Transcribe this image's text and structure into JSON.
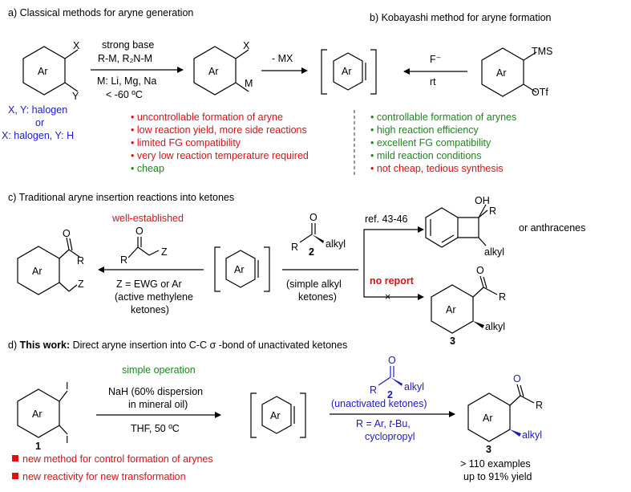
{
  "section_a": {
    "title": "a) Classical methods for aryne generation",
    "substrate": {
      "ar": "Ar",
      "x": "X",
      "y": "Y"
    },
    "substrate_note": [
      "X, Y: halogen",
      "or",
      "X: halogen, Y: H"
    ],
    "conditions_above": [
      "strong base",
      "R-M, R₂N-M"
    ],
    "conditions_below": [
      "M: Li, Mg, Na",
      "< -60 ºC"
    ],
    "intermediate": {
      "ar": "Ar",
      "x": "X",
      "m": "M"
    },
    "elimination_label": "- MX",
    "aryne": {
      "ar": "Ar"
    },
    "drawbacks": [
      "uncontrollable formation of aryne",
      "low reaction yield, more side reactions",
      "limited FG compatibility",
      "very low reaction temperature required",
      "cheap"
    ]
  },
  "section_b": {
    "title": "b) Kobayashi method for aryne formation",
    "reagent_top": "F⁻",
    "reagent_bottom": "rt",
    "precursor": {
      "ar": "Ar",
      "tms": "TMS",
      "otf": "OTf"
    },
    "advantages": [
      "controllable formation of arynes",
      "high reaction efficiency",
      "excellent FG compatibility",
      "mild reaction conditions",
      "not cheap, tedious synthesis"
    ]
  },
  "section_c": {
    "title": "c) Traditional aryne insertion reactions into ketones",
    "well_established": "well-established",
    "active_ketone": {
      "r": "R",
      "o": "O",
      "z": "Z"
    },
    "z_note": [
      "Z = EWG or Ar",
      "(active methylene",
      "ketones)"
    ],
    "product_left": {
      "ar": "Ar",
      "o": "O",
      "r": "R",
      "z": "Z"
    },
    "aryne": {
      "ar": "Ar"
    },
    "ketone2": {
      "r": "R",
      "o": "O",
      "num": "2",
      "alkyl": "alkyl"
    },
    "simple_note": [
      "(simple alkyl",
      "ketones)"
    ],
    "ref_label": "ref. 43-46",
    "benzocyclobutenol": {
      "oh": "OH",
      "r": "R",
      "alkyl": "alkyl"
    },
    "or_anthracenes": "or anthracenes",
    "no_report": "no report",
    "product3": {
      "ar": "Ar",
      "o": "O",
      "r": "R",
      "alkyl": "alkyl",
      "num": "3"
    }
  },
  "section_d": {
    "title_prefix": "d) ",
    "title_bold": "This work",
    "title_colon": ":",
    "title_rest_1": " Direct aryne insertion into C-C ",
    "title_sigma": "σ",
    "title_rest_2": " -bond of unactivated ketones",
    "simple_operation": "simple operation",
    "conditions_above": [
      "NaH (60% dispersion",
      "in mineral oil)"
    ],
    "conditions_below": "THF, 50 ºC",
    "diiodide": {
      "ar": "Ar",
      "i1": "I",
      "i2": "I",
      "num": "1"
    },
    "aryne": {
      "ar": "Ar"
    },
    "ketone2": {
      "r": "R",
      "o": "O",
      "num": "2",
      "alkyl": "alkyl"
    },
    "unactivated_note": "(unactivated ketones)",
    "r_def": [
      "R = Ar, ",
      "t",
      "-Bu,",
      "cyclopropyl"
    ],
    "product3": {
      "ar": "Ar",
      "o": "O",
      "r": "R",
      "alkyl": "alkyl",
      "num": "3"
    },
    "examples": "> 110 examples",
    "yield": "up to 91% yield",
    "features": [
      "new method for control formation of arynes",
      "new reactivity for new transformation"
    ]
  },
  "colors": {
    "red": "#e01010",
    "green": "#1a8a1a",
    "blue": "#1a1acc"
  }
}
